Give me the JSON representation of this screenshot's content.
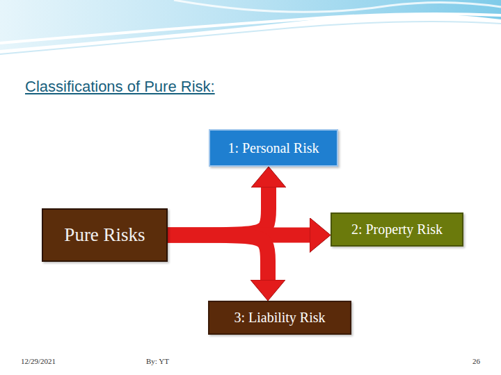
{
  "diagram": {
    "title": "Classifications of Pure Risk:",
    "nodes": [
      {
        "text": [
          "Pure Risks"
        ]
      },
      {
        "text": [
          "1: Personal Risk"
        ]
      },
      {
        "text": [
          "2: Property Risk"
        ]
      },
      {
        "text": [
          "3: Liability Risk"
        ]
      }
    ],
    "edges": [
      {
        "from": 0,
        "to": 1,
        "arrow": "to"
      },
      {
        "from": 0,
        "to": 2,
        "arrow": "to"
      },
      {
        "from": 0,
        "to": 3,
        "arrow": "to"
      }
    ],
    "labels": [
      "12/29/2021",
      "By: YT",
      "26"
    ]
  }
}
